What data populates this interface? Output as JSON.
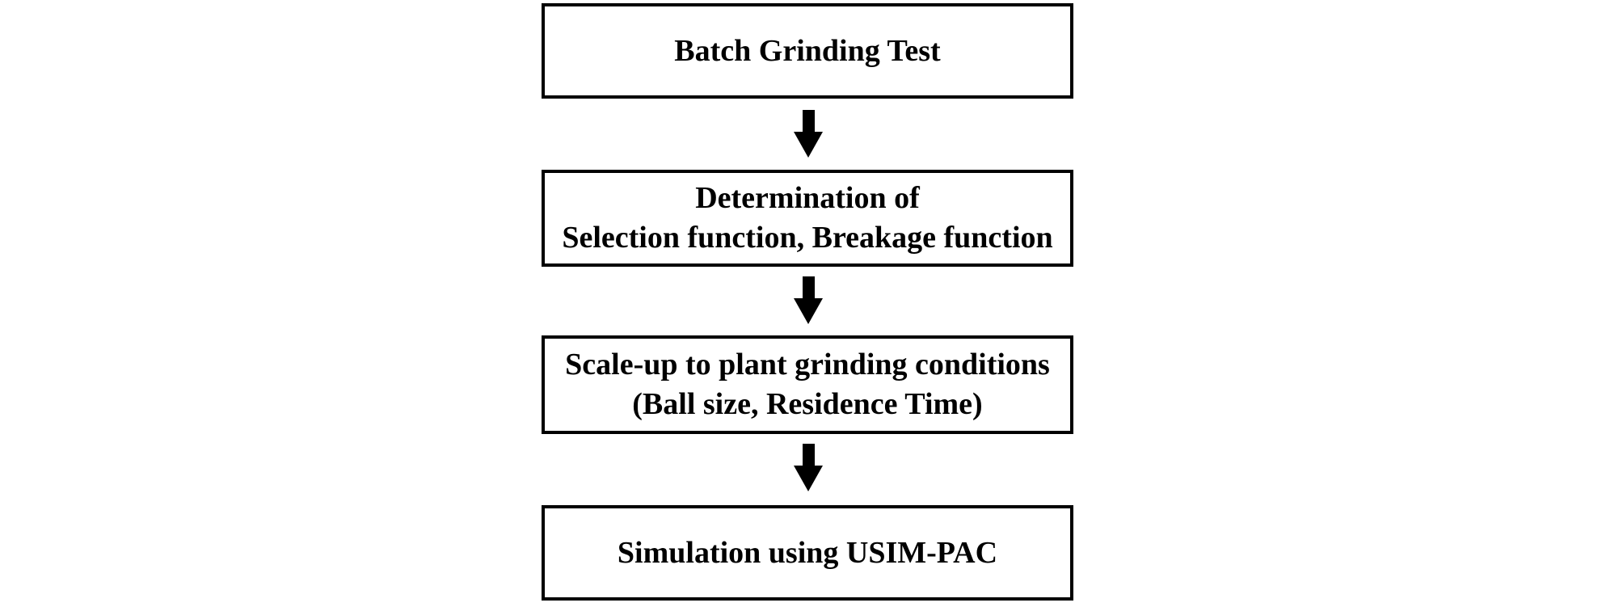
{
  "flowchart": {
    "colors": {
      "background": "#ffffff",
      "box_border": "#000000",
      "text": "#000000",
      "arrow": "#000000"
    },
    "steps": [
      {
        "lines": [
          "Batch Grinding Test"
        ]
      },
      {
        "lines": [
          "Determination of",
          "Selection function, Breakage function"
        ]
      },
      {
        "lines": [
          "Scale-up to plant grinding conditions",
          "(Ball size, Residence Time)"
        ]
      },
      {
        "lines": [
          "Simulation using USIM-PAC"
        ]
      }
    ],
    "connectors": [
      {
        "icon": "arrow-down"
      },
      {
        "icon": "arrow-down"
      },
      {
        "icon": "arrow-down"
      }
    ]
  }
}
